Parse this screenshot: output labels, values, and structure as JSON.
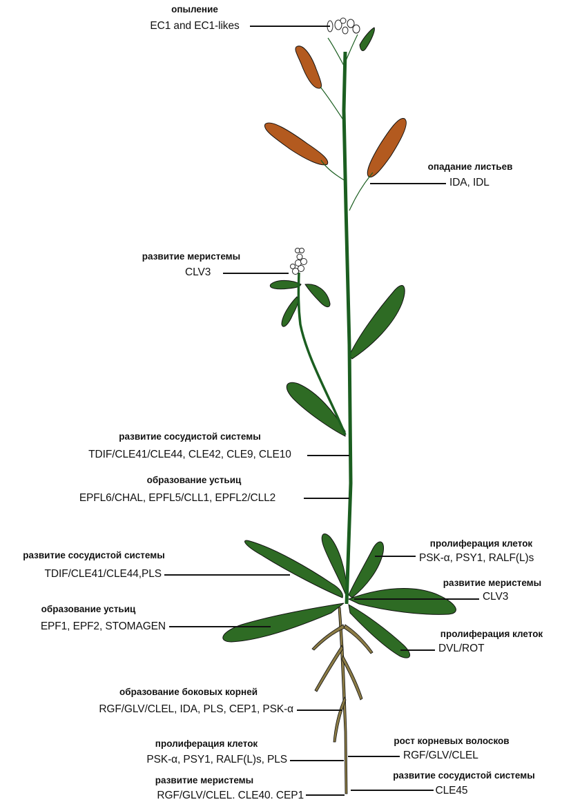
{
  "colors": {
    "stem": "#1b5e20",
    "leaf": "#2e6b24",
    "pod": "#b35a1f",
    "root": "#8b7b45",
    "line": "#111111"
  },
  "labels": {
    "pollination": {
      "title": "опыление",
      "peptides": "EC1 and EC1-likes"
    },
    "abscission": {
      "title": "опадание листьев",
      "peptides": "IDA, IDL"
    },
    "meristem_shoot": {
      "title": "развитие меристемы",
      "peptides": "CLV3"
    },
    "vascular_stem": {
      "title": "развитие сосудистой системы",
      "peptides": "TDIF/CLE41/CLE44, CLE42, CLE9, CLE10"
    },
    "stomata_stem": {
      "title": "образование устьиц",
      "peptides": "EPFL6/CHAL, EPFL5/CLL1, EPFL2/CLL2"
    },
    "proliferation_rosette": {
      "title": "пролиферация клеток",
      "peptides": "PSK-α, PSY1, RALF(L)s"
    },
    "vascular_leaf": {
      "title": "развитие сосудистой системы",
      "peptides": "TDIF/CLE41/CLE44,PLS"
    },
    "meristem_rosette": {
      "title": "развитие меристемы",
      "peptides": "CLV3"
    },
    "stomata_leaf": {
      "title": "образование устьиц",
      "peptides": "EPF1, EPF2, STOMAGEN"
    },
    "proliferation_leaf": {
      "title": "пролиферация клеток",
      "peptides": "DVL/ROT"
    },
    "lateral_roots": {
      "title": "образование боковых корней",
      "peptides": "RGF/GLV/CLEL, IDA, PLS, CEP1, PSK-α"
    },
    "root_hairs": {
      "title": "рост корневых волосков",
      "peptides": "RGF/GLV/CLEL"
    },
    "proliferation_root": {
      "title": "пролиферация клеток",
      "peptides": "PSK-α, PSY1, RALF(L)s, PLS"
    },
    "vascular_root": {
      "title": "развитие сосудистой системы",
      "peptides": "CLE45"
    },
    "meristem_root": {
      "title": "развитие меристемы",
      "peptides": "RGF/GLV/CLEL. CLE40. CEP1"
    }
  }
}
